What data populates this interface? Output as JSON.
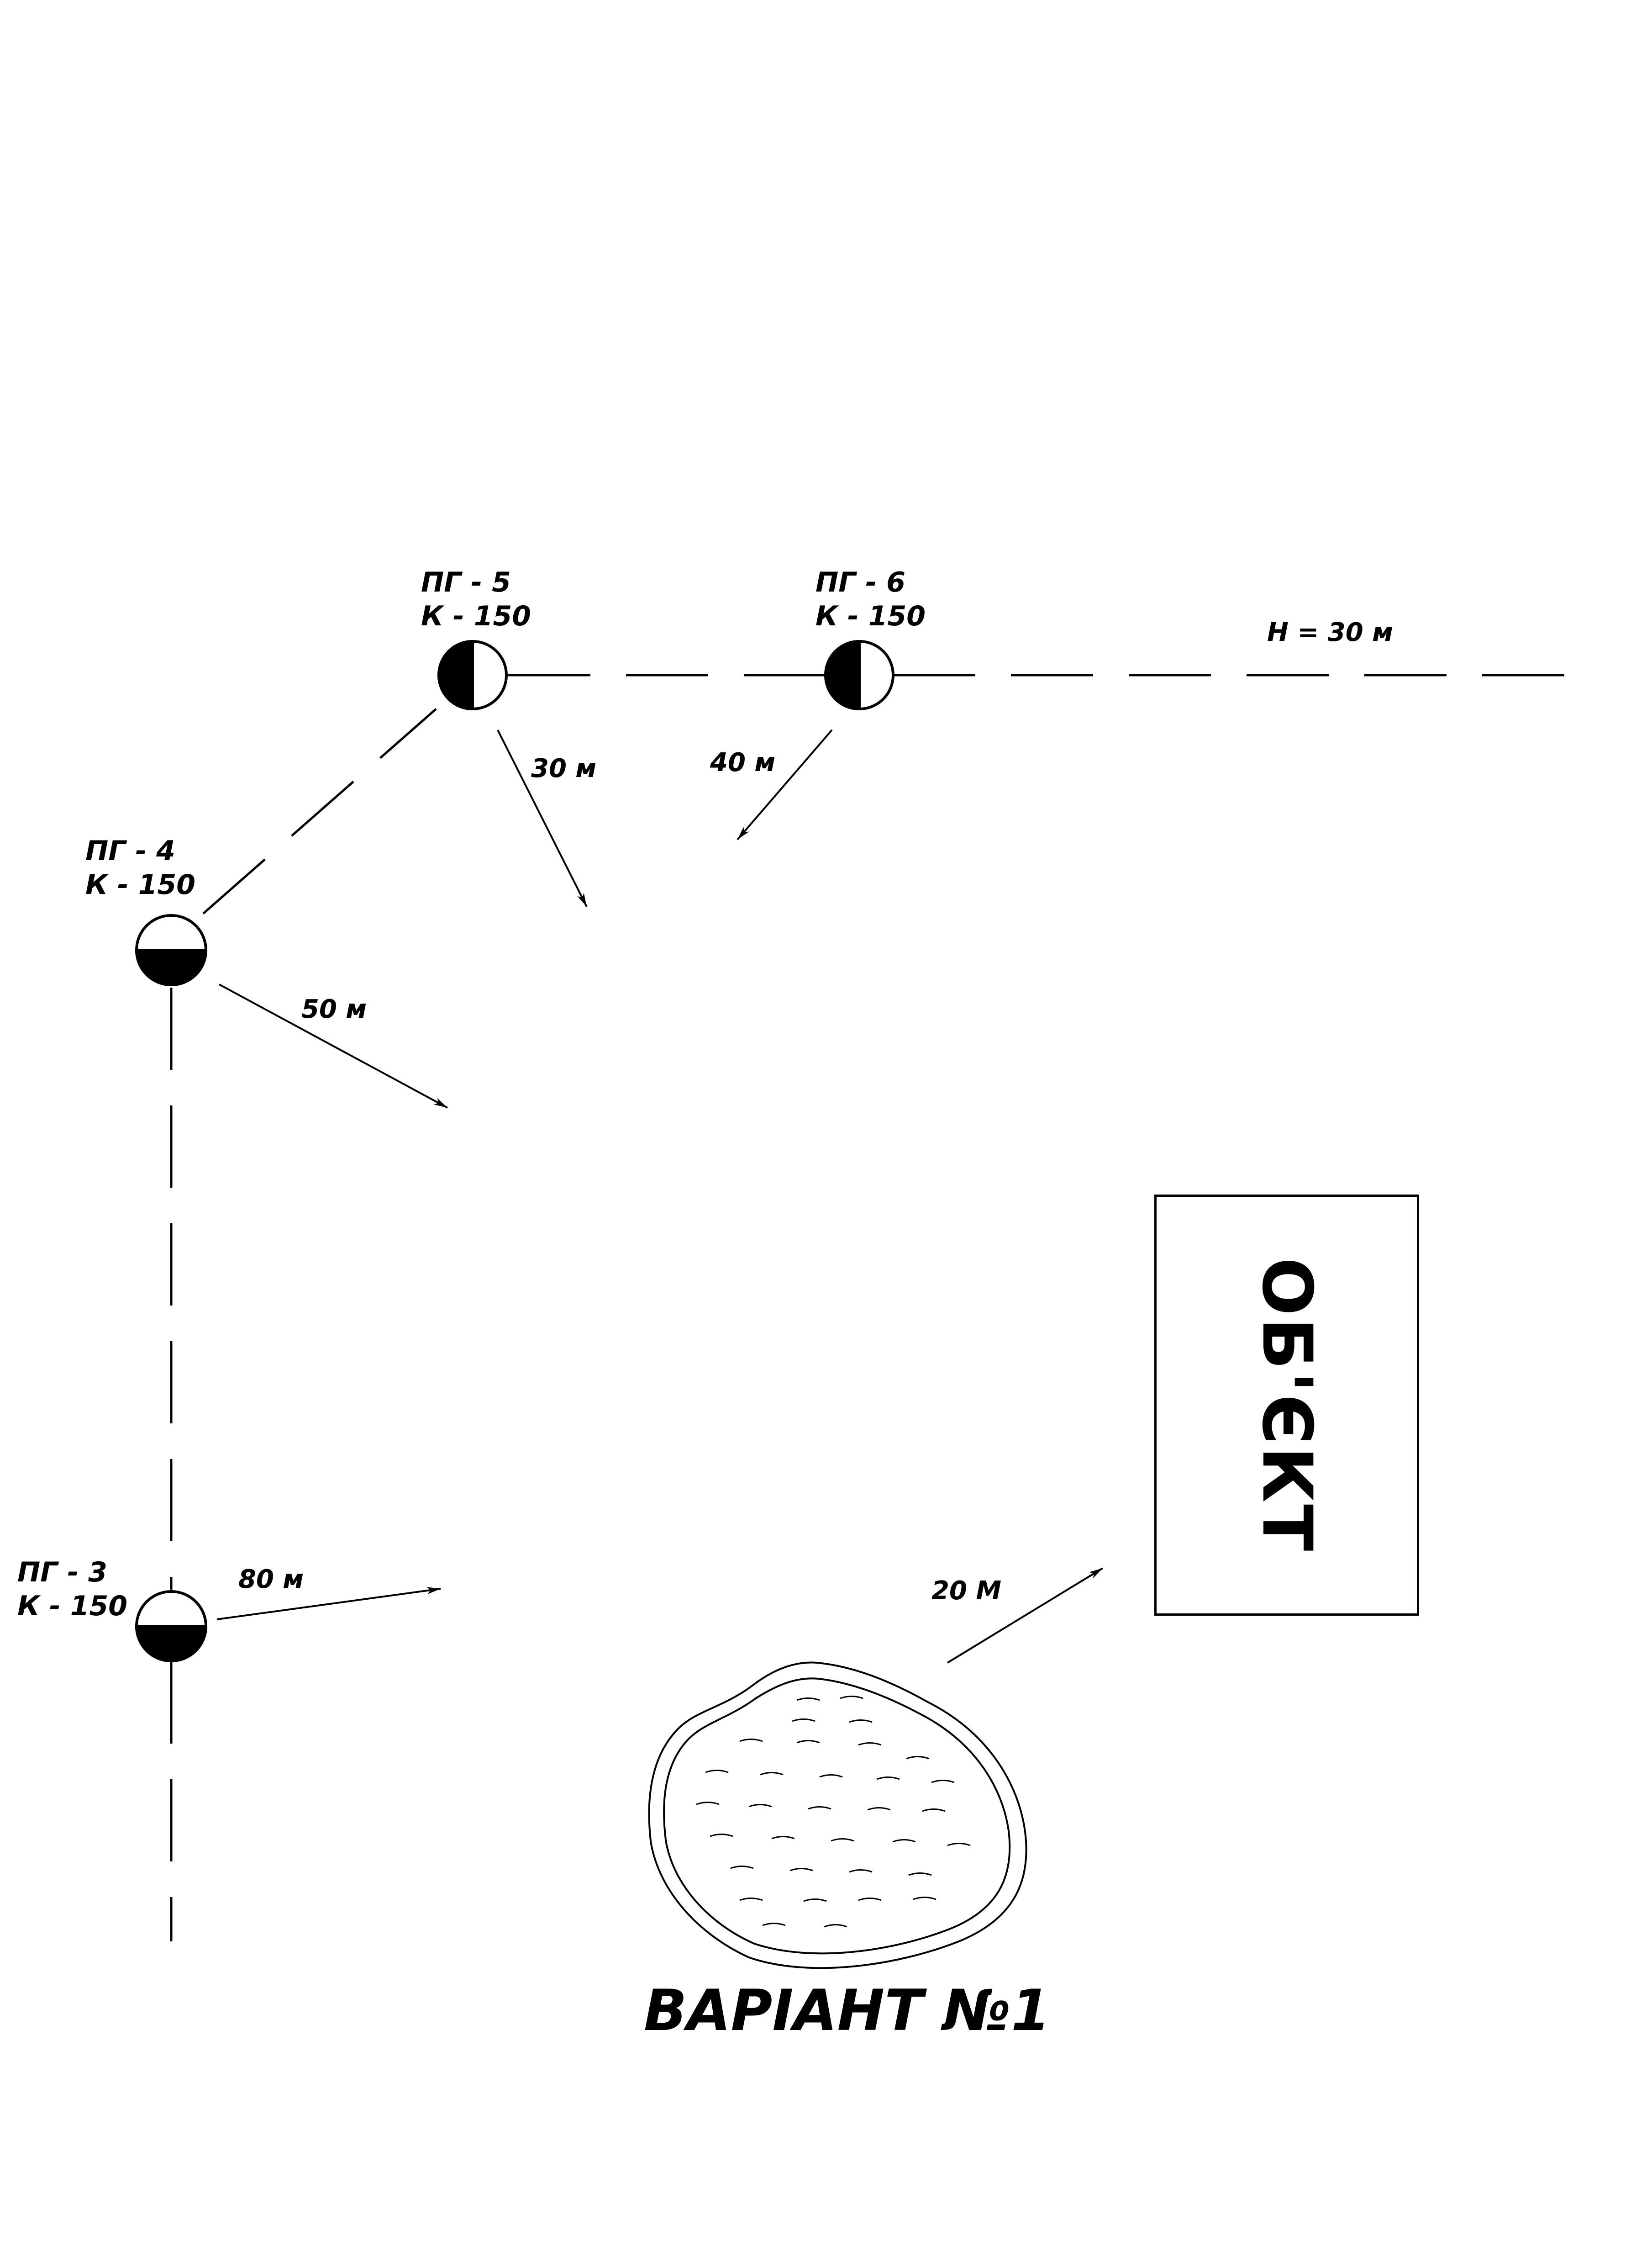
{
  "hydrants": [
    {
      "id": "pg3",
      "name": "ПГ - 3",
      "spec": "К - 150",
      "fill": "bottom-half"
    },
    {
      "id": "pg4",
      "name": "ПГ - 4",
      "spec": "К - 150",
      "fill": "bottom-half"
    },
    {
      "id": "pg5",
      "name": "ПГ - 5",
      "spec": "К - 150",
      "fill": "left-half"
    },
    {
      "id": "pg6",
      "name": "ПГ - 6",
      "spec": "К - 150",
      "fill": "left-half"
    }
  ],
  "distances": {
    "pg3": "80 м",
    "pg4": "50 м",
    "pg5": "30 м",
    "pg6": "40 м",
    "pond": "20 М"
  },
  "pipe_label": "Н = 30 м",
  "object_label": "ОБ'ЄКТ",
  "title": "ВАРІАНТ №1"
}
